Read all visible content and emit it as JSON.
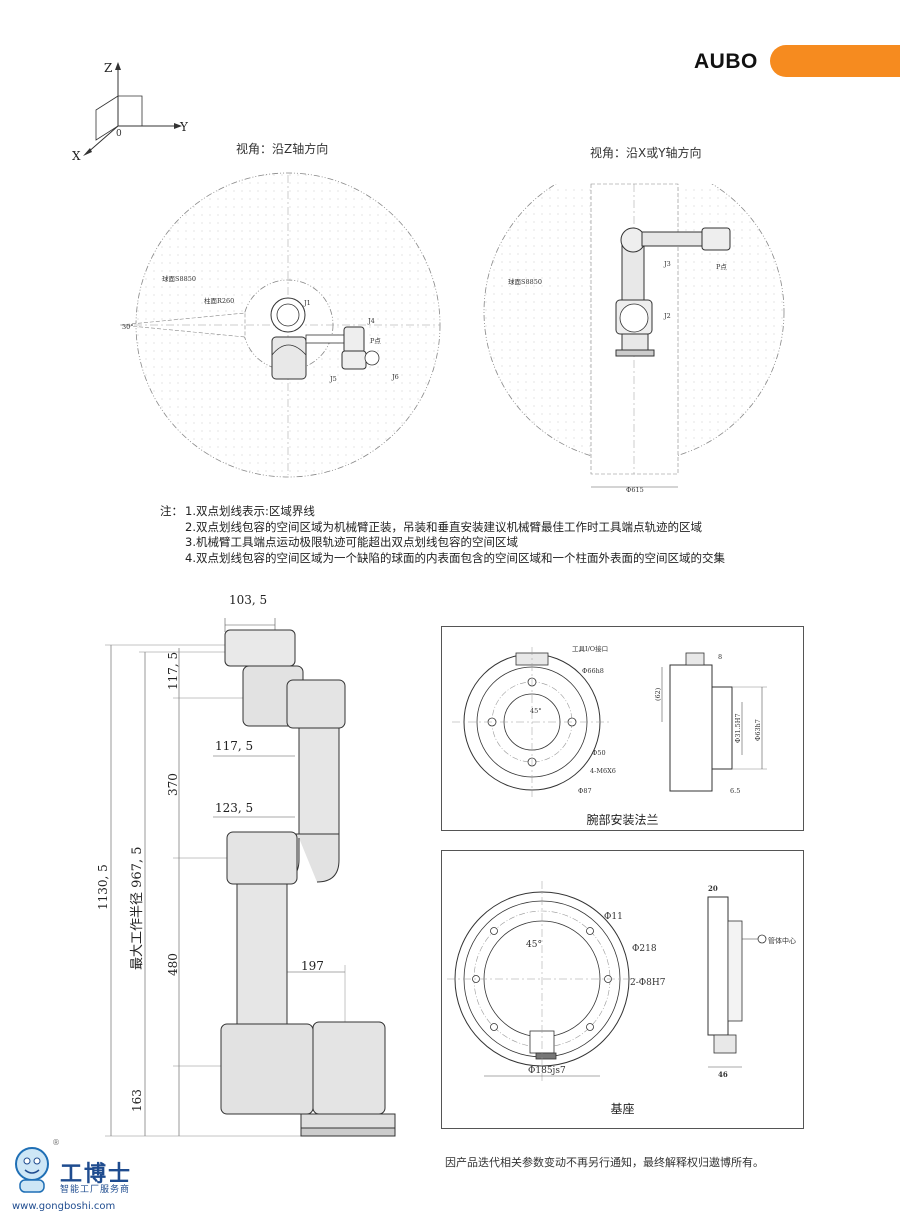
{
  "brand": {
    "name": "AUBO",
    "accent": "#f68b1f"
  },
  "axes": {
    "z": "Z",
    "y": "Y",
    "x": "X",
    "origin": "0"
  },
  "views": {
    "top_view_title": "视角：沿Z轴方向",
    "side_view_title": "视角：沿X或Y轴方向",
    "top_labels": {
      "sphere": "球面S8850",
      "cylinder": "柱面R260",
      "j1": "J1",
      "j4": "J4",
      "p": "P点",
      "j5": "J5",
      "j6": "J6",
      "angle": "30°"
    },
    "side_labels": {
      "sphere": "球面S8850",
      "j3": "J3",
      "p": "P点",
      "j2": "J2",
      "diameter": "Φ615"
    }
  },
  "notes": {
    "head": "注：",
    "items": [
      "1.双点划线表示:区域界线",
      "2.双点划线包容的空间区域为机械臂正装，吊装和垂直安装建议机械臂最佳工作时工具端点轨迹的区域",
      "3.机械臂工具端点运动极限轨迹可能超出双点划线包容的空间区域",
      "4.双点划线包容的空间区域为一个缺陷的球面的内表面包含的空间区域和一个柱面外表面的空间区域的交集"
    ]
  },
  "dimensions": {
    "top_width": "103, 5",
    "d117_top": "117, 5",
    "d117_horiz": "117, 5",
    "d370": "370",
    "d123": "123, 5",
    "d480": "480",
    "d197": "197",
    "d163": "163",
    "d1130": "1130, 5",
    "max_radius": "最大工作半径 967, 5"
  },
  "flange_panel": {
    "caption": "腕部安装法兰",
    "labels": {
      "tool_io": "工具I/O接口",
      "phi_a": "Φ66h8",
      "phi_b": "Φ50",
      "holes": "4-M6X6",
      "phi_c": "Φ87",
      "d8": "8",
      "d62": "(62)",
      "phi_d": "Φ31.5H7",
      "phi_e": "Φ63h7",
      "d65": "6.5",
      "angle": "45°"
    }
  },
  "base_panel": {
    "caption": "基座",
    "labels": {
      "phi11": "Φ11",
      "angle": "45°",
      "phi218": "Φ218",
      "pins": "2-Φ8H7",
      "phi185": "Φ185js7",
      "d20": "20",
      "d46": "46",
      "center": "管体中心"
    }
  },
  "footer": {
    "note": "因产品迭代相关参数变动不再另行通知，最终解释权归遨博所有。",
    "logo_text": "工博士",
    "logo_sub": "智能工厂服务商",
    "logo_url": "www.gongboshi.com",
    "registered": "®"
  }
}
